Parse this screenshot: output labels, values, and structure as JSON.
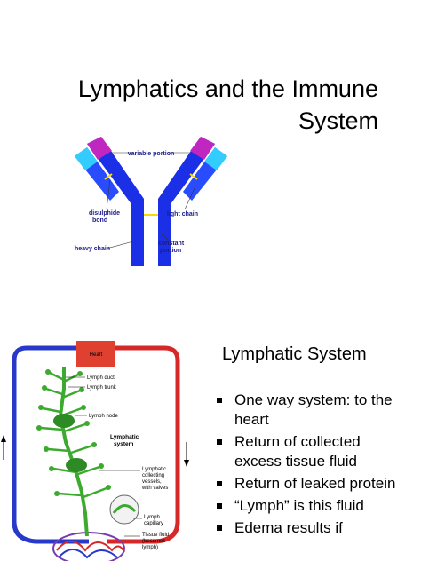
{
  "slide1": {
    "title_line1": "Lymphatics and the Immune",
    "title_line2": "System",
    "antibody_labels": {
      "variable_portion": "variable portion",
      "disulphide_bond_line1": "disulphide",
      "disulphide_bond_line2": "bond",
      "light_chain": "light chain",
      "heavy_chain": "heavy chain",
      "constant_line1": "constant",
      "constant_line2": "portion"
    },
    "colors": {
      "heavy_chain": "#1a2fe6",
      "light_chain": "#2a4cff",
      "variable_magenta": "#c026c0",
      "variable_cyan": "#33ccff"
    }
  },
  "slide2": {
    "heading": "Lymphatic System",
    "bullets": [
      "One way system: to the heart",
      "Return of collected excess tissue fluid",
      "Return of leaked protein",
      "“Lymph” is this fluid",
      "Edema results if"
    ],
    "diagram_labels": {
      "heart": "Heart",
      "lymph_duct": "Lymph duct",
      "lymph_trunk": "Lymph trunk",
      "lymph_node": "Lymph node",
      "system_title_line1": "Lymphatic",
      "system_title_line2": "system",
      "collecting_1": "Lymphatic",
      "collecting_2": "collecting",
      "collecting_3": "vessels,",
      "collecting_4": "with valves",
      "capillary_1": "Lymph",
      "capillary_2": "capillary",
      "tissue_1": "Tissue fluid",
      "tissue_2": "(becomes",
      "tissue_3": "lymph)"
    },
    "colors": {
      "vein_blue": "#2838c8",
      "artery_red": "#d62828",
      "heart_red": "#e04030",
      "lymph_green": "#3caa2e"
    }
  }
}
